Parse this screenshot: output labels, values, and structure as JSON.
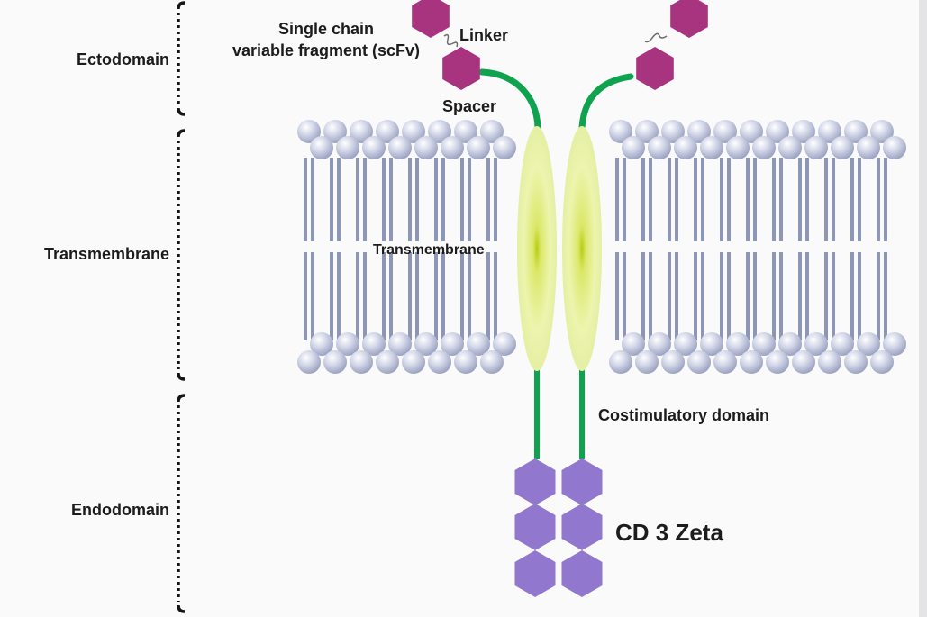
{
  "regions": {
    "ectodomain": "Ectodomain",
    "transmembrane": "Transmembrane",
    "endodomain": "Endodomain"
  },
  "parts": {
    "scfv_line1": "Single chain",
    "scfv_line2": "variable fragment (scFv)",
    "linker": "Linker",
    "spacer": "Spacer",
    "transmembrane": "Transmembrane",
    "costimulatory": "Costimulatory domain",
    "cd3zeta": "CD 3 Zeta"
  },
  "colors": {
    "scfv": "#a8337f",
    "spacer": "#0fa350",
    "lipid_head": "#c9cde0",
    "lipid_tail": "#8e96b8",
    "transmembrane_domain": "#ecf3a6",
    "cd3zeta": "#9277cf",
    "bracket": "#151515"
  }
}
